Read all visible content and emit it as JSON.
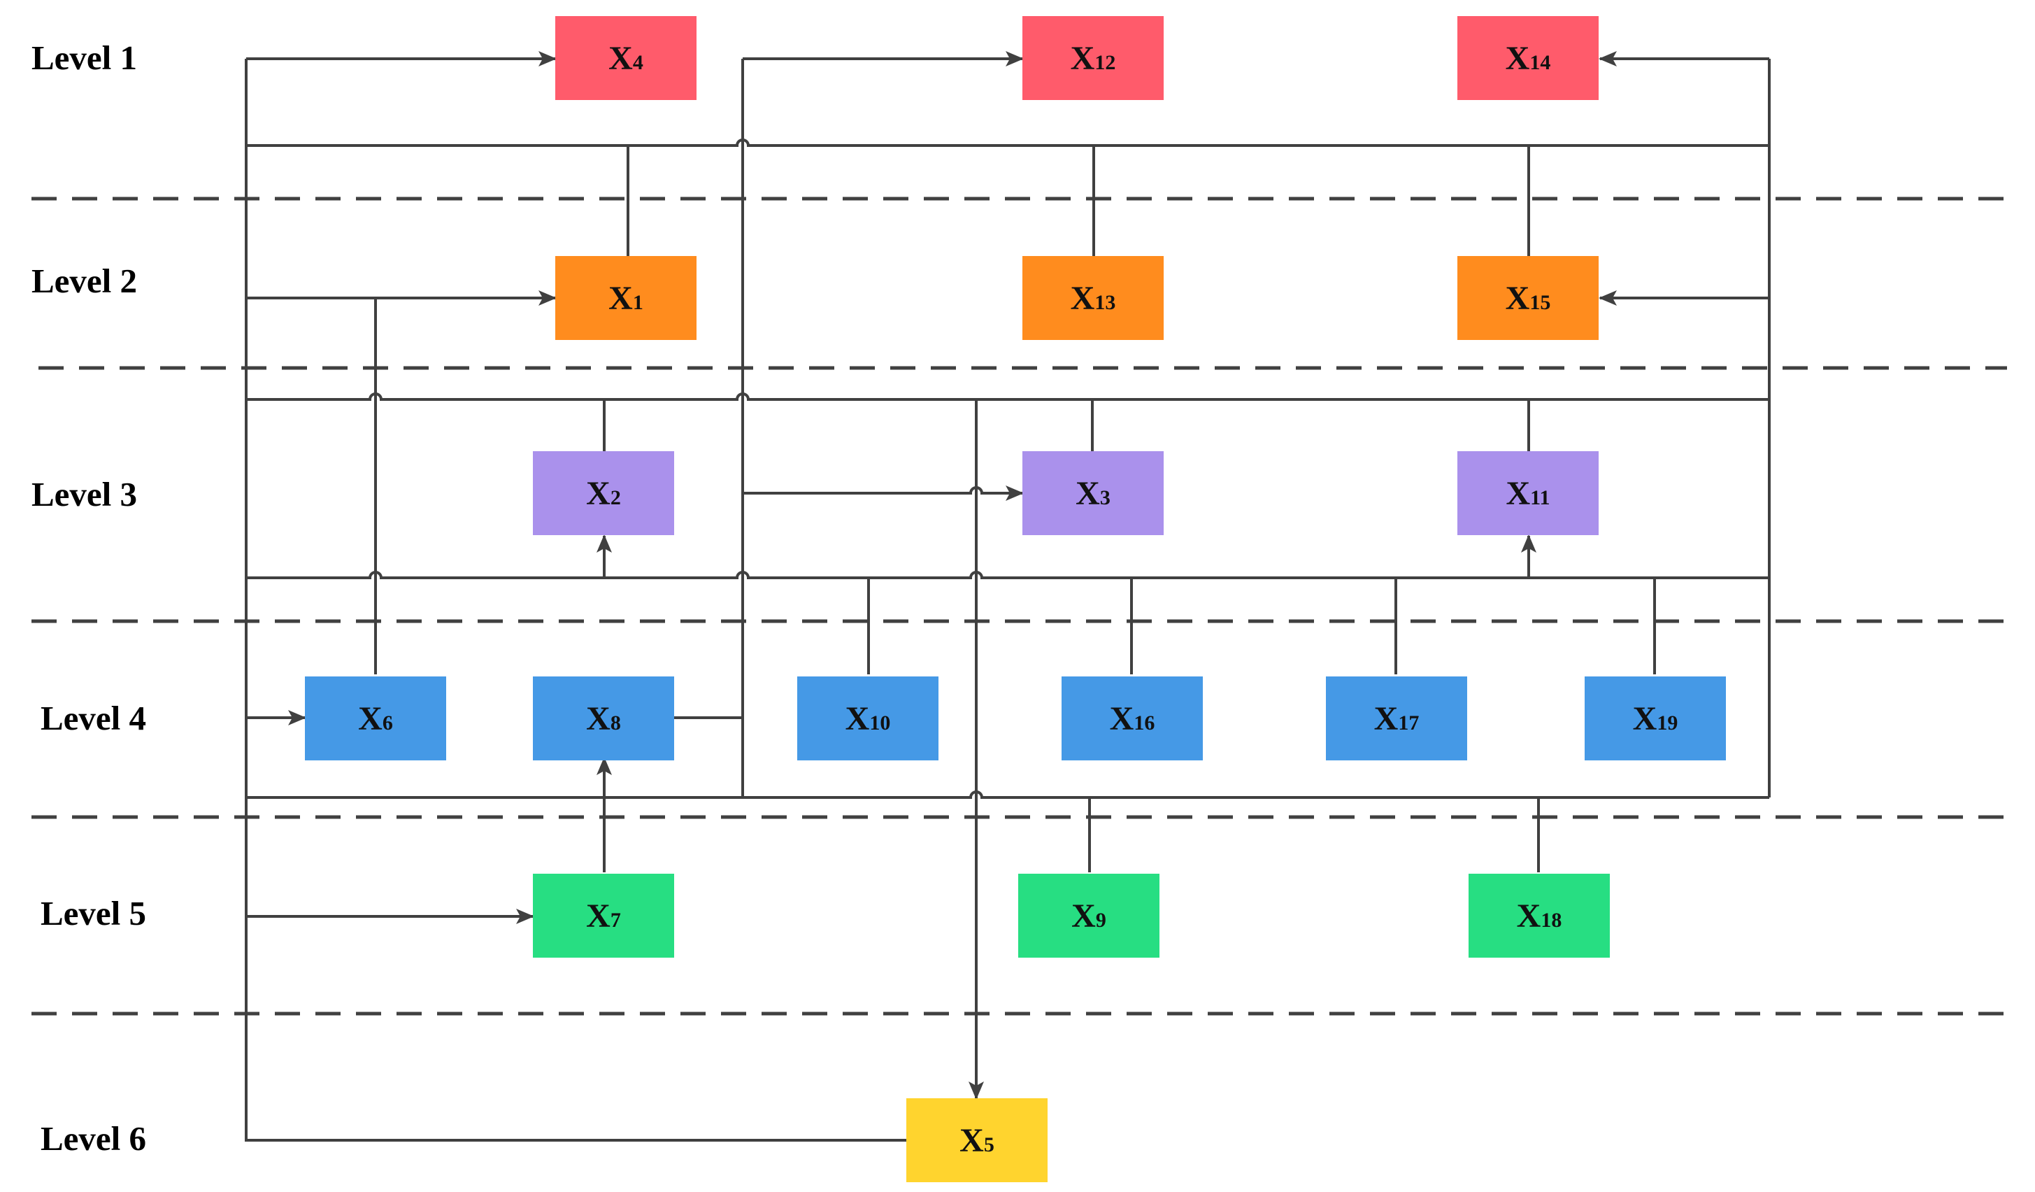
{
  "levels": [
    {
      "label": "Level 1"
    },
    {
      "label": "Level 2"
    },
    {
      "label": "Level 3"
    },
    {
      "label": "Level 4"
    },
    {
      "label": "Level 5"
    },
    {
      "label": "Level 6"
    }
  ],
  "level_colors": {
    "1": "#FF5B6B",
    "2": "#FF8C1E",
    "3": "#AA91EC",
    "4": "#4599E6",
    "5": "#27DE82",
    "6": "#FFD42E"
  },
  "nodes": [
    {
      "id": "x4",
      "base": "X",
      "sub": "4",
      "level": 1
    },
    {
      "id": "x12",
      "base": "X",
      "sub": "12",
      "level": 1
    },
    {
      "id": "x14",
      "base": "X",
      "sub": "14",
      "level": 1
    },
    {
      "id": "x1",
      "base": "X",
      "sub": "1",
      "level": 2
    },
    {
      "id": "x13",
      "base": "X",
      "sub": "13",
      "level": 2
    },
    {
      "id": "x15",
      "base": "X",
      "sub": "15",
      "level": 2
    },
    {
      "id": "x2",
      "base": "X",
      "sub": "2",
      "level": 3
    },
    {
      "id": "x3",
      "base": "X",
      "sub": "3",
      "level": 3
    },
    {
      "id": "x11",
      "base": "X",
      "sub": "11",
      "level": 3
    },
    {
      "id": "x6",
      "base": "X",
      "sub": "6",
      "level": 4
    },
    {
      "id": "x8",
      "base": "X",
      "sub": "8",
      "level": 4
    },
    {
      "id": "x10",
      "base": "X",
      "sub": "10",
      "level": 4
    },
    {
      "id": "x16",
      "base": "X",
      "sub": "16",
      "level": 4
    },
    {
      "id": "x17",
      "base": "X",
      "sub": "17",
      "level": 4
    },
    {
      "id": "x19",
      "base": "X",
      "sub": "19",
      "level": 4
    },
    {
      "id": "x7",
      "base": "X",
      "sub": "7",
      "level": 5
    },
    {
      "id": "x9",
      "base": "X",
      "sub": "9",
      "level": 5
    },
    {
      "id": "x18",
      "base": "X",
      "sub": "18",
      "level": 5
    },
    {
      "id": "x5",
      "base": "X",
      "sub": "5",
      "level": 6
    }
  ],
  "line_color": "#404040"
}
